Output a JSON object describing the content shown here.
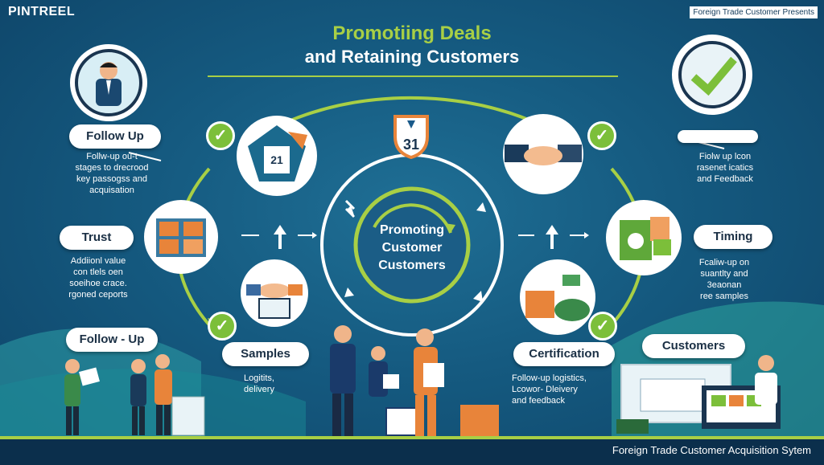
{
  "header": {
    "brand": "PINTREEL",
    "tagline": "Foreign Trade Customer Presents",
    "title_line1": "Promotiing Deals",
    "title_line2": "and Retaining Customers"
  },
  "center": {
    "badge_number": "31",
    "label_lines": [
      "Promoting",
      "Customer",
      "Customers"
    ]
  },
  "stages": {
    "follow_up": {
      "label": "Follow Up",
      "note": [
        "Follw-up ou-t",
        "stages to drecrood",
        "key passogss and",
        "acquisation"
      ]
    },
    "trust": {
      "label": "Trust",
      "note": [
        "Addiionl value",
        "con tlels oen",
        "soeihoe crace.",
        "rgoned ceports"
      ]
    },
    "follow_up_2": {
      "label": "Follow - Up"
    },
    "samples": {
      "label": "Samples",
      "note": [
        "Logitits,",
        "delivery"
      ]
    },
    "certification": {
      "label": "Certification",
      "note": [
        "Follow-up logistics,",
        "Lcowor- Dleivery",
        "and feedback"
      ]
    },
    "customers": {
      "label": "Customers"
    },
    "timing": {
      "label": "Timing",
      "note": [
        "Fcaliw-up on",
        "suantlty and",
        "3eaonan",
        "ree samples"
      ]
    },
    "top_right": {
      "note": [
        "Fiolw up lcon",
        "rasenet icatics",
        "and Feedback"
      ]
    }
  },
  "footer": {
    "text": "Foreign Trade Customer Acquisition Sytem"
  },
  "colors": {
    "background": "#155a80",
    "accent": "#a8cf45",
    "check": "#7cbf3a",
    "orange": "#e8843a"
  }
}
